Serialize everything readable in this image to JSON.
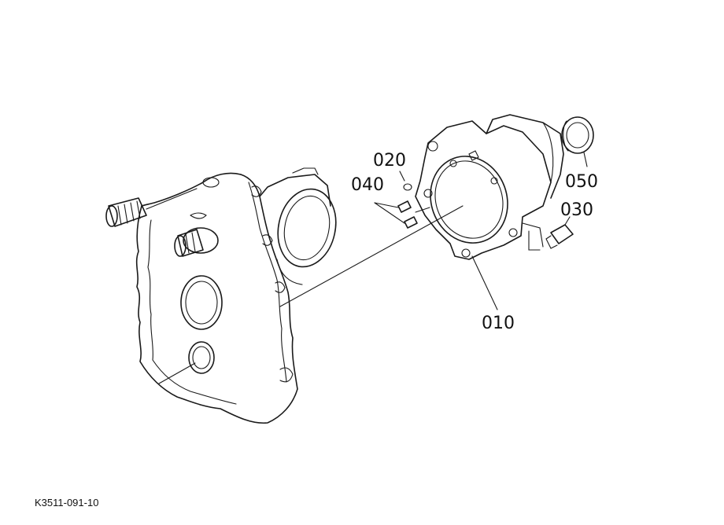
{
  "callouts": {
    "p010": "010",
    "p020": "020",
    "p030": "030",
    "p040": "040",
    "p050": "050"
  },
  "figure_code": "K3511-091-10",
  "colors": {
    "ink": "#1a1a1a",
    "paper": "#ffffff"
  }
}
